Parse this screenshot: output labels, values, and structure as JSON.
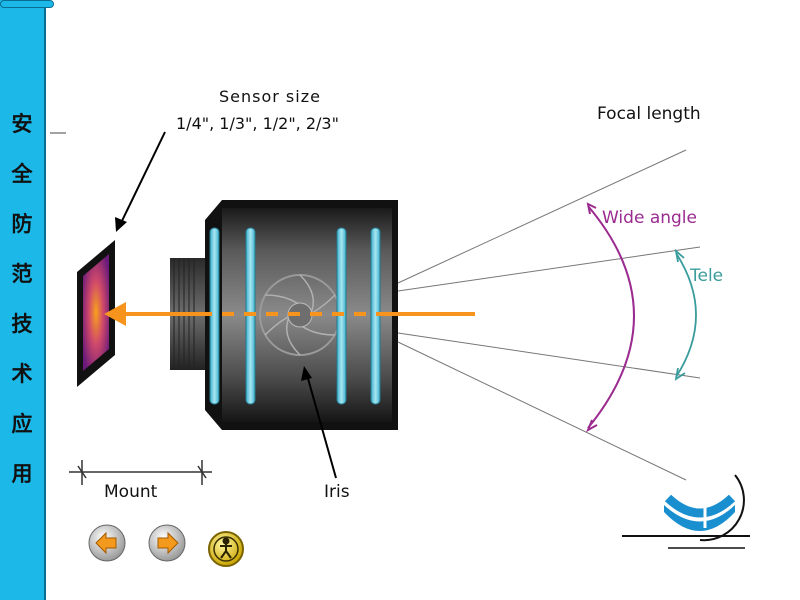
{
  "sidebar": {
    "title_chars": [
      "安",
      "全",
      "防",
      "范",
      "技",
      "术",
      "应",
      "用"
    ]
  },
  "diagram": {
    "sensor_size_title": "Sensor size",
    "sensor_size_values": "1/4\", 1/3\", 1/2\", 2/3\"",
    "focal_length": "Focal length",
    "wide_angle": "Wide angle",
    "tele": "Tele",
    "mount": "Mount",
    "iris": "Iris"
  },
  "nav": {
    "prev_icon": "prev-arrow-icon",
    "next_icon": "next-arrow-icon",
    "home_icon": "person-icon"
  },
  "colors": {
    "sidebar": "#1cb8e8",
    "light_ray": "#f7941d",
    "wide_angle": "#9b2b8f",
    "tele": "#3a9c9c",
    "lens_glass": "#6cc8dc",
    "logo": "#1a8fd0"
  }
}
